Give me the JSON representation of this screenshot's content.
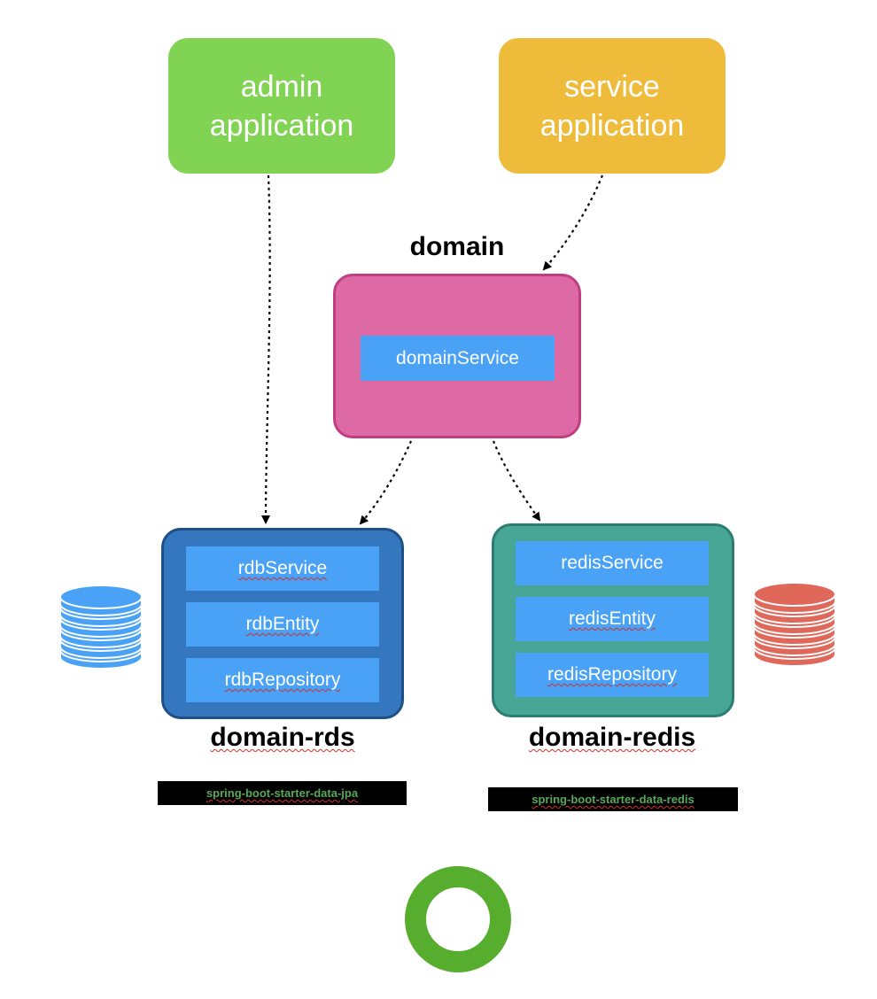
{
  "nodes": {
    "admin_app": {
      "label": "admin\napplication",
      "color": "#80d353"
    },
    "service_app": {
      "label": "service\napplication",
      "color": "#efbb3b"
    },
    "domain": {
      "title": "domain",
      "color": "#de6aa5",
      "components": [
        "domainService"
      ]
    },
    "domain_rds": {
      "title": "domain-rds",
      "color": "#3577be",
      "components": [
        "rdbService",
        "rdbEntity",
        "rdbRepository"
      ],
      "dependency": "spring-boot-starter-data-jpa",
      "database_icon_color": "#4aa2f7"
    },
    "domain_redis": {
      "title": "domain-redis",
      "color": "#47a695",
      "components": [
        "redisService",
        "redisEntity",
        "redisRepository"
      ],
      "dependency": "spring-boot-starter-data-redis",
      "database_icon_color": "#e0685a"
    }
  },
  "edges": [
    {
      "from": "admin application",
      "to": "domain-rds",
      "style": "dotted"
    },
    {
      "from": "service application",
      "to": "domain",
      "style": "dotted"
    },
    {
      "from": "domain",
      "to": "domain-rds",
      "style": "dotted"
    },
    {
      "from": "domain",
      "to": "domain-redis",
      "style": "dotted"
    }
  ],
  "result_icon": {
    "name": "ring-icon",
    "color": "#57ae2e"
  }
}
